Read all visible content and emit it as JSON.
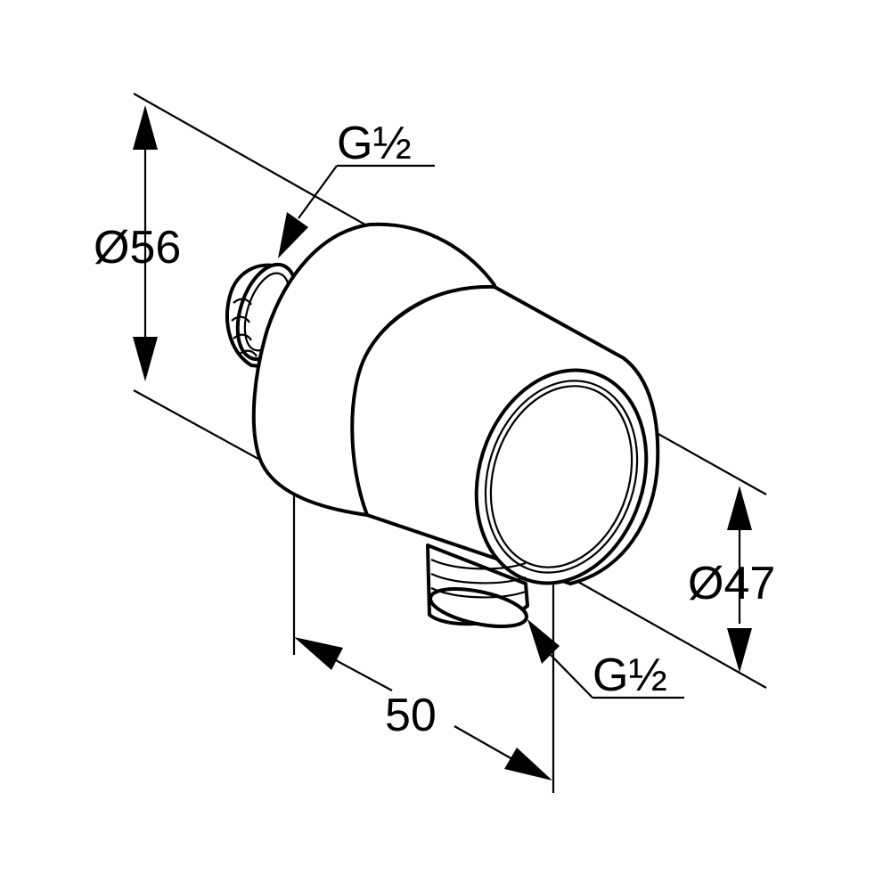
{
  "drawing": {
    "dimensions": {
      "outer_diameter": "Ø56",
      "face_diameter": "Ø47",
      "depth": "50",
      "thread_top": "G½",
      "thread_bottom": "G½"
    }
  }
}
